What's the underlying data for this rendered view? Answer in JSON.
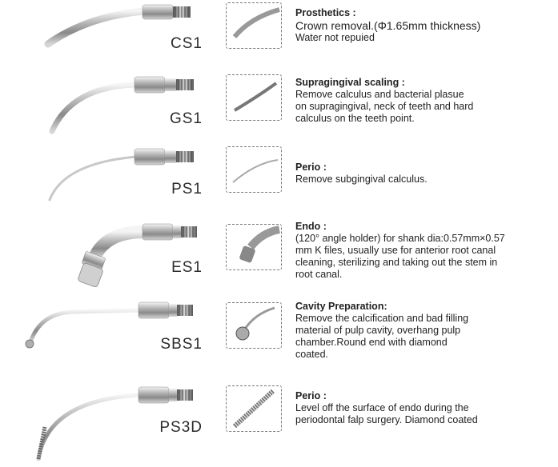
{
  "items": [
    {
      "code": "CS1",
      "title": "Prosthetics :",
      "lines": [
        "Crown removal.(Φ1.65mm thickness)",
        "Water not repuied"
      ]
    },
    {
      "code": "GS1",
      "title": "Supragingival scaling :",
      "lines": [
        "Remove calculus and bacterial plasue",
        "on supragingival, neck of teeth and hard",
        "calculus on the teeth point."
      ]
    },
    {
      "code": "PS1",
      "title": "Perio :",
      "lines": [
        "Remove subgingival calculus."
      ]
    },
    {
      "code": "ES1",
      "title": "Endo :",
      "lines": [
        "(120° angle holder) for shank dia:0.57mm×0.57",
        "mm K files, usually use for anterior root canal",
        "cleaning, sterilizing and taking out the stem in",
        " root canal."
      ]
    },
    {
      "code": "SBS1",
      "title": "Cavity Preparation:",
      "lines": [
        "Remove the calcification and bad filling",
        "material of pulp cavity, overhang pulp",
        "chamber.Round end with diamond",
        "coated."
      ]
    },
    {
      "code": "PS3D",
      "title": "Perio :",
      "lines": [
        "Level off the surface of endo during the",
        "periodontal falp surgery. Diamond coated"
      ]
    }
  ]
}
